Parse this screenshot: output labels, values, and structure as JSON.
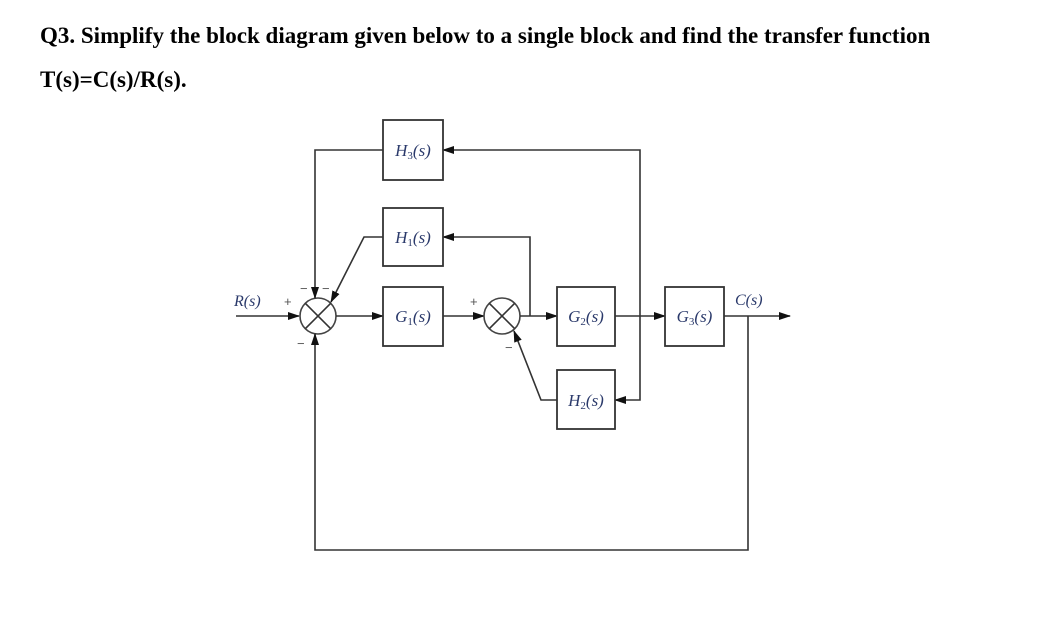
{
  "question": {
    "line1": "Q3. Simplify the block diagram given below to a single block and find the transfer function",
    "line2": "T(s)=C(s)/R(s)."
  },
  "diagram": {
    "input_label": "R(s)",
    "output_label": "C(s)",
    "blocks": {
      "G1": {
        "name": "G",
        "sub": "1",
        "tail": "(s)"
      },
      "G2": {
        "name": "G",
        "sub": "2",
        "tail": "(s)"
      },
      "G3": {
        "name": "G",
        "sub": "3",
        "tail": "(s)"
      },
      "H1": {
        "name": "H",
        "sub": "1",
        "tail": "(s)"
      },
      "H2": {
        "name": "H",
        "sub": "2",
        "tail": "(s)"
      },
      "H3": {
        "name": "H",
        "sub": "3",
        "tail": "(s)"
      }
    },
    "summer1_signs": {
      "input_R": "+",
      "from_H3": "−",
      "from_H1": "−",
      "from_C": "−"
    },
    "summer2_signs": {
      "from_G1": "+",
      "from_H2": "−"
    }
  }
}
